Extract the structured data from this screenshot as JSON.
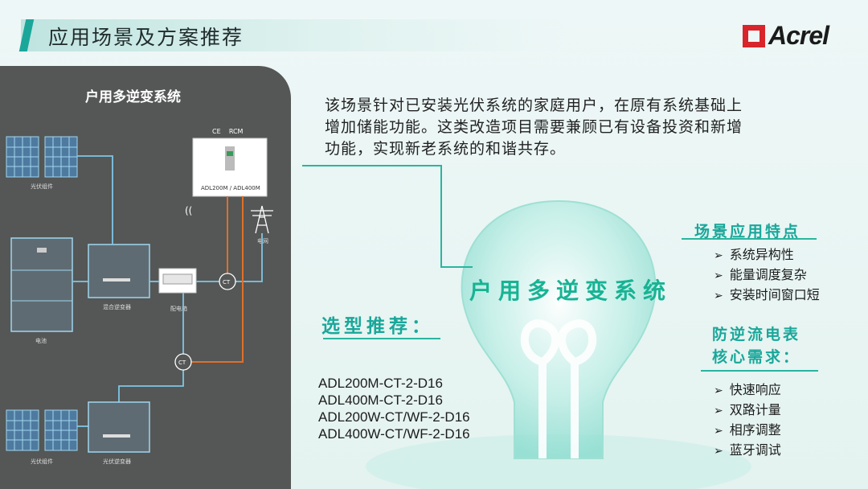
{
  "header": {
    "title": "应用场景及方案推荐"
  },
  "logo": {
    "text": "Acrel",
    "color": "#d8242b"
  },
  "diagram": {
    "title": "户用多逆变系统",
    "meter_tags": "CE    RCM",
    "meter_model": "ADL200M / ADL400M",
    "pv_label_top": "光伏组件",
    "pv_label_bottom": "光伏组件",
    "hybrid_inverter": "混合逆变器",
    "pv_inverter": "光伏逆变器",
    "distribution_box": "配电箱",
    "battery": "电池",
    "grid": "电网",
    "ct_label": "CT"
  },
  "description": "该场景针对已安装光伏系统的家庭用户，在原有系统基础上\n增加储能功能。这类改造项目需要兼顾已有设备投资和新增\n功能，实现新老系统的和谐共存。",
  "bulb_title": "户用多逆变系统",
  "selection": {
    "title": "选型推荐：",
    "models": [
      "ADL200M-CT-2-D16",
      "ADL400M-CT-2-D16",
      "ADL200W-CT/WF-2-D16",
      "ADL400W-CT/WF-2-D16"
    ]
  },
  "features": {
    "title": "场景应用特点",
    "items": [
      "系统异构性",
      "能量调度复杂",
      "安装时间窗口短"
    ]
  },
  "requirements": {
    "title_line1": "防逆流电表",
    "title_line2": "核心需求：",
    "items": [
      "快速响应",
      "双路计量",
      "相序调整",
      "蓝牙调试"
    ]
  },
  "colors": {
    "accent": "#1aa79a",
    "bulb_text": "#17b394",
    "panel": "#545756",
    "wire_blue": "#7fc6e6",
    "wire_orange": "#e0702a"
  }
}
